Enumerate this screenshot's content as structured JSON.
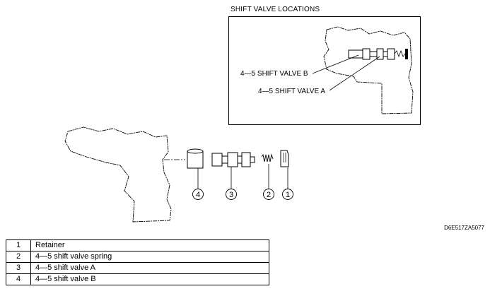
{
  "inset": {
    "title": "SHIFT VALVE LOCATIONS",
    "label_b": "4—5 SHIFT VALVE B",
    "label_a": "4—5 SHIFT VALVE A"
  },
  "callouts": [
    "4",
    "3",
    "2",
    "1"
  ],
  "figure_code": "D6E517ZA5077",
  "legend": [
    {
      "num": "1",
      "text": "Retainer"
    },
    {
      "num": "2",
      "text": "4—5 shift valve spring"
    },
    {
      "num": "3",
      "text": "4—5 shift valve A"
    },
    {
      "num": "4",
      "text": "4—5 shift valve B"
    }
  ]
}
